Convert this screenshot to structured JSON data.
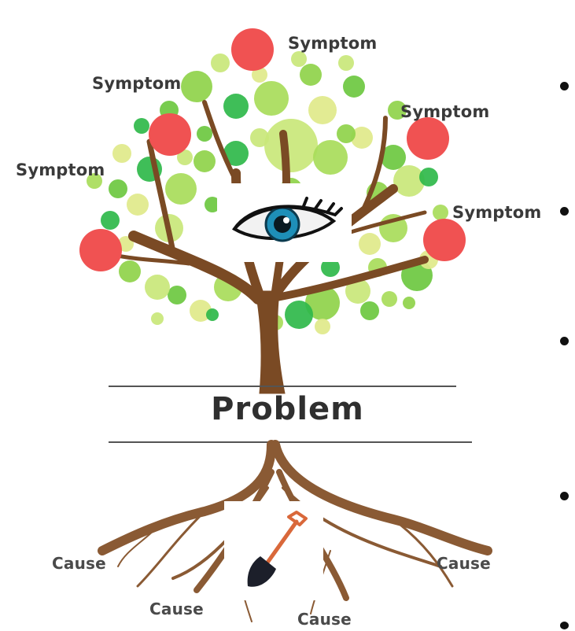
{
  "diagram": {
    "symptom_labels": [
      "Symptom",
      "Symptom",
      "Symptom",
      "Symptom",
      "Symptom"
    ],
    "problem_label": "Problem",
    "cause_labels": [
      "Cause",
      "Cause",
      "Cause",
      "Cause"
    ],
    "icons": {
      "eye": "eye-icon",
      "shovel": "shovel-icon",
      "symptom_marker": "red-dot-marker"
    },
    "colors": {
      "trunk": "#7a4a24",
      "root": "#8a5a34",
      "leaf_light": "#c9e77a",
      "leaf_mid": "#8fd24a",
      "leaf_dark": "#2fb84a",
      "marker": "#f05252",
      "text": "#3a3a3a"
    }
  }
}
